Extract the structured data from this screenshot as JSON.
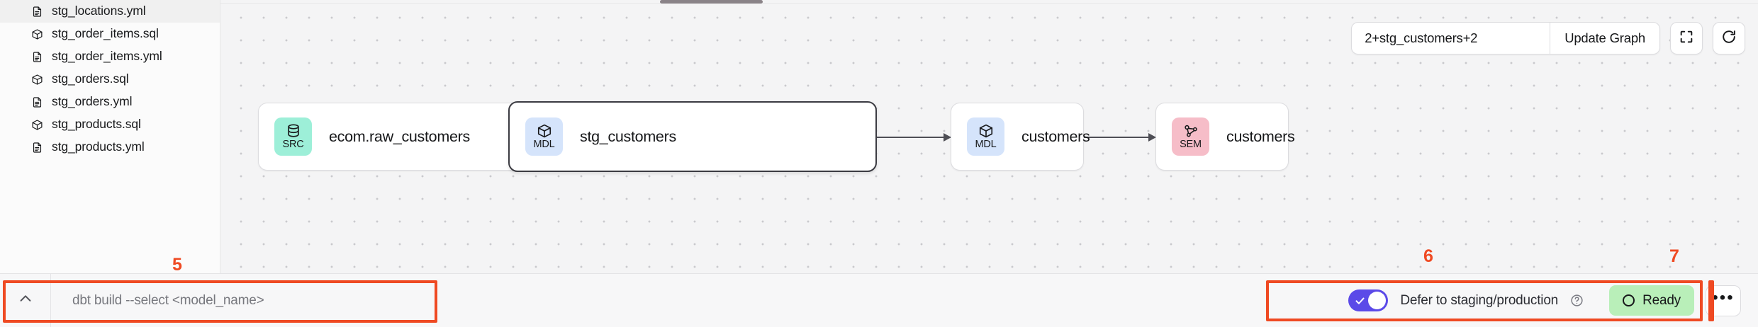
{
  "sidebar": {
    "files": [
      {
        "name": "stg_locations.yml",
        "icon": "file-yml-icon",
        "type": "yml"
      },
      {
        "name": "stg_order_items.sql",
        "icon": "cube-sql-icon",
        "type": "sql"
      },
      {
        "name": "stg_order_items.yml",
        "icon": "file-yml-icon",
        "type": "yml"
      },
      {
        "name": "stg_orders.sql",
        "icon": "cube-sql-icon",
        "type": "sql"
      },
      {
        "name": "stg_orders.yml",
        "icon": "file-yml-icon",
        "type": "yml"
      },
      {
        "name": "stg_products.sql",
        "icon": "cube-sql-icon",
        "type": "sql"
      },
      {
        "name": "stg_products.yml",
        "icon": "file-yml-icon",
        "type": "yml"
      }
    ]
  },
  "graph_toolbar": {
    "selector_value": "2+stg_customers+2",
    "selector_placeholder": "2+stg_customers+2",
    "update_label": "Update Graph",
    "fullscreen_icon": "fullscreen-icon",
    "refresh_icon": "refresh-icon"
  },
  "dag": {
    "nodes": [
      {
        "badge": "SRC",
        "label": "ecom.raw_customers",
        "icon": "database-icon",
        "badge_color": "#9defd8",
        "selected": false
      },
      {
        "badge": "MDL",
        "label": "stg_customers",
        "icon": "cube-icon",
        "badge_color": "#d5e4fb",
        "selected": true
      },
      {
        "badge": "MDL",
        "label": "customers",
        "icon": "cube-icon",
        "badge_color": "#d5e4fb",
        "selected": false
      },
      {
        "badge": "SEM",
        "label": "customers",
        "icon": "network-icon",
        "badge_color": "#f6bdc8",
        "selected": false
      }
    ]
  },
  "command_bar": {
    "collapse_icon": "chevron-up-icon",
    "placeholder": "dbt build --select <model_name>",
    "value": ""
  },
  "status_bar": {
    "defer_label": "Defer to staging/production",
    "defer_enabled": true,
    "help_icon": "help-circle-icon",
    "toggle_color": "#5b4ae8",
    "status_text": "Ready",
    "status_color": "#b9efb9",
    "more_label": "•••"
  },
  "annotations": [
    {
      "number": "5",
      "target": "command-bar"
    },
    {
      "number": "6",
      "target": "defer-toggle"
    },
    {
      "number": "7",
      "target": "status-ready"
    }
  ],
  "colors": {
    "accent_purple": "#5b4ae8",
    "annotation_red": "#ef4a23",
    "canvas_bg": "#f4f4f5",
    "status_green": "#b9efb9"
  }
}
